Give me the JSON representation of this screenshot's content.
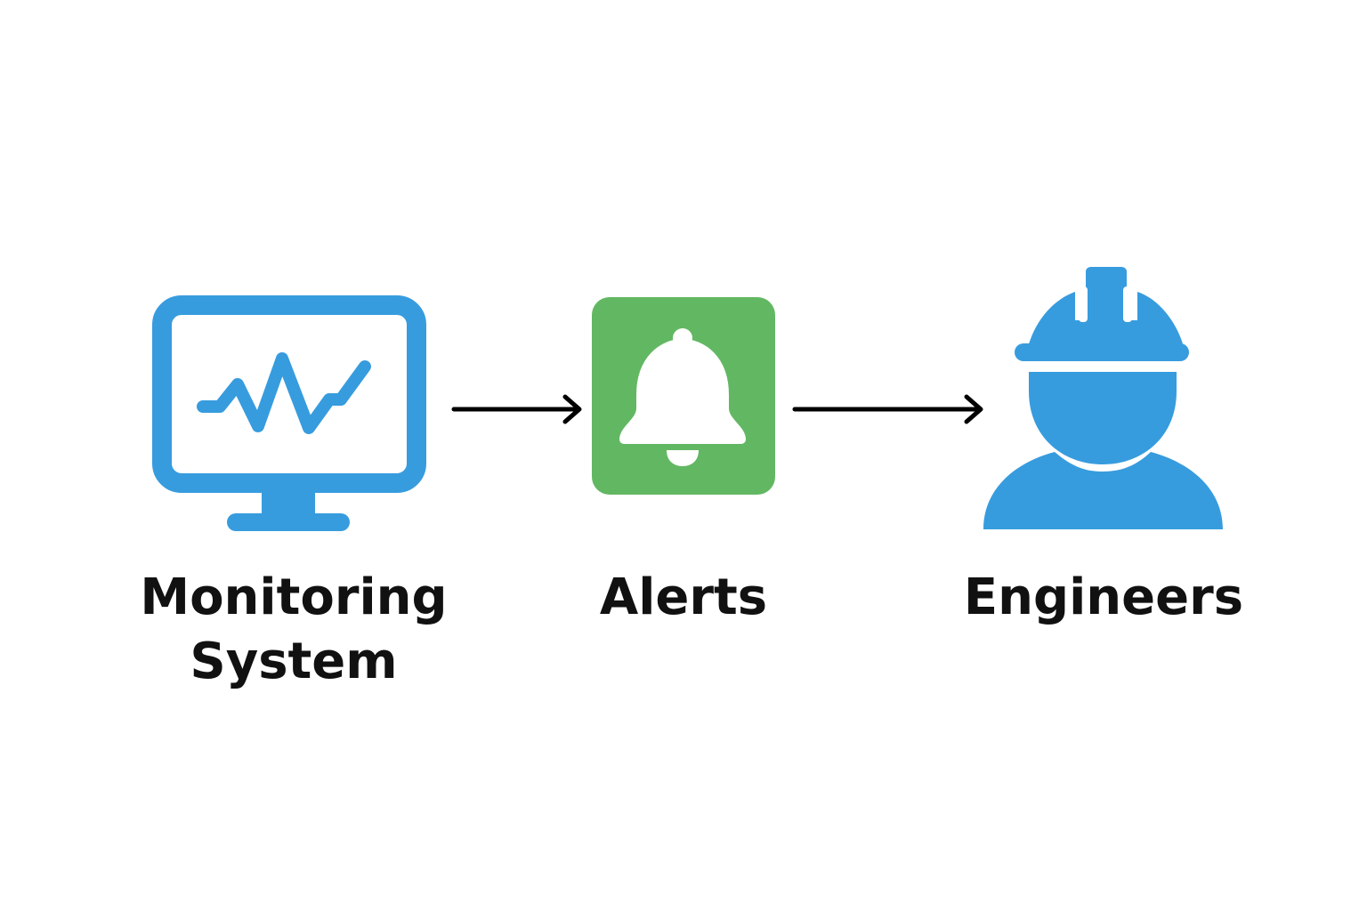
{
  "diagram": {
    "nodes": [
      {
        "id": "monitoring",
        "label_line1": "Monitoring",
        "label_line2": "System",
        "icon": "monitor-chart-icon",
        "color": "#379CDE"
      },
      {
        "id": "alerts",
        "label_line1": "Alerts",
        "icon": "bell-icon",
        "color": "#62B862"
      },
      {
        "id": "engineers",
        "label_line1": "Engineers",
        "icon": "engineer-hardhat-icon",
        "color": "#379CDE"
      }
    ],
    "edges": [
      {
        "from": "monitoring",
        "to": "alerts"
      },
      {
        "from": "alerts",
        "to": "engineers"
      }
    ],
    "arrow_color": "#000000"
  }
}
